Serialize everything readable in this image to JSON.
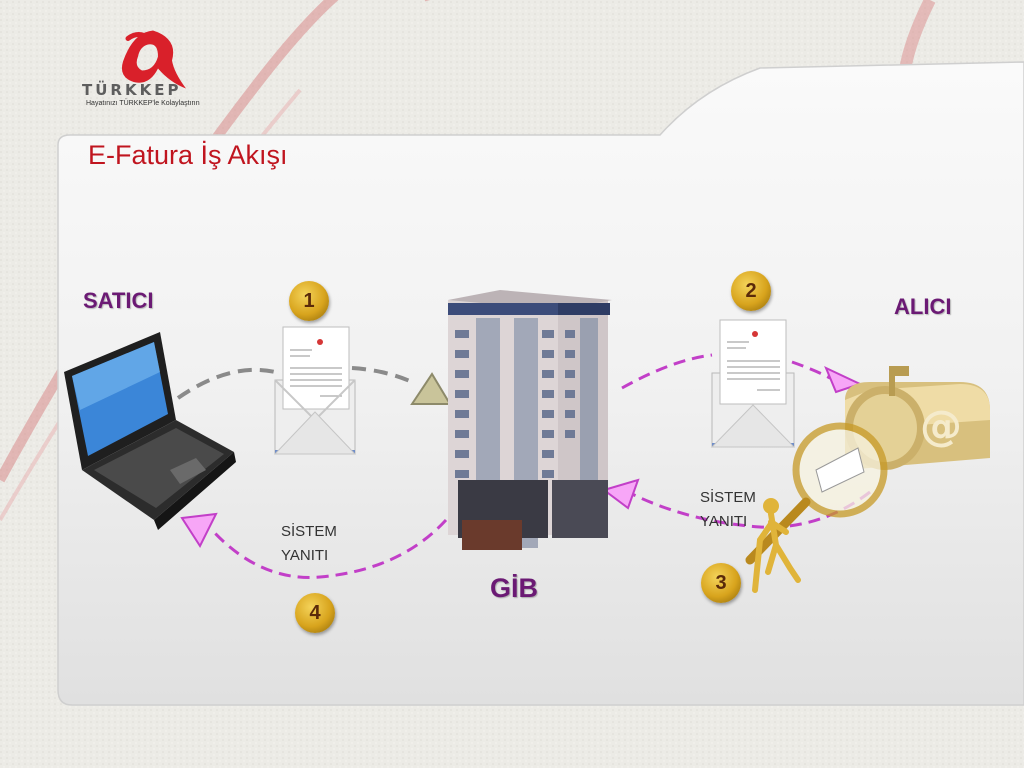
{
  "logo": {
    "wordmark": "TÜRKKEP",
    "tagline": "Hayatınızı TÜRKKEP'le Kolaylaştırın"
  },
  "title": "E-Fatura İş Akışı",
  "actors": {
    "seller": "SATICI",
    "buyer": "ALICI",
    "hub": "GİB"
  },
  "steps": [
    "1",
    "2",
    "3",
    "4"
  ],
  "responses": {
    "left": [
      "SİSTEM",
      "YANITI"
    ],
    "right": [
      "SİSTEM",
      "YANITI"
    ]
  },
  "colors": {
    "title": "#c0151f",
    "actor_label": "#6b1a74",
    "flow_gray": "#8a8a8a",
    "flow_magenta": "#c23fc8",
    "logo_red": "#d9202a",
    "badge_gold": "#d8a41d"
  },
  "icons": [
    "laptop-icon",
    "envelope-invoice-icon",
    "building-icon",
    "mailbox-icon",
    "magnifier-figure-icon"
  ]
}
